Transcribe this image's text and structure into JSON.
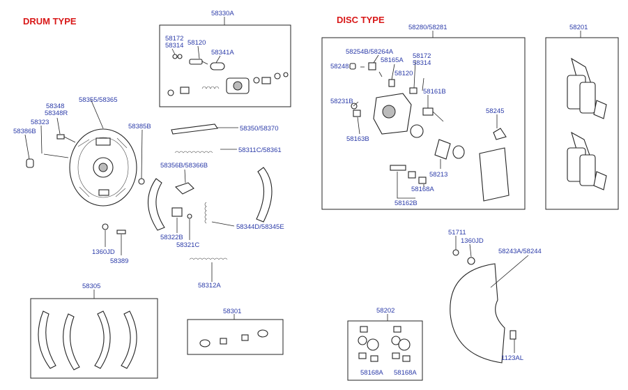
{
  "sections": {
    "drum_title": "DRUM TYPE",
    "disc_title": "DISC TYPE"
  },
  "colors": {
    "title": "#d81818",
    "label": "#2a3aa8",
    "line": "#222222"
  },
  "labels": {
    "p58330A": "58330A",
    "p58172a": "58172",
    "p58314a": "58314",
    "p58120a": "58120",
    "p58341A": "58341A",
    "p58348": "58348",
    "p58348R": "58348R",
    "p58355": "58355/58365",
    "p58323": "58323",
    "p58386B": "58386B",
    "p58385B": "58385B",
    "p58350": "58350/58370",
    "p58311C": "58311C/58361",
    "p58356B": "58356B/58366B",
    "p58322B": "58322B",
    "p58321C": "58321C",
    "p58344D": "58344D/58345E",
    "p1360JDa": "1360JD",
    "p58389": "58389",
    "p58312A": "58312A",
    "p58305": "58305",
    "p58301": "58301",
    "p58280": "58280/58281",
    "p58254B": "58254B/58264A",
    "p58248": "58248",
    "p58165A": "58165A",
    "p58172b": "58172",
    "p58314b": "58314",
    "p58120b": "58120",
    "p58161B": "58161B",
    "p58231B": "58231B",
    "p58163B": "58163B",
    "p58245": "58245",
    "p58213": "58213",
    "p58168Aa": "58168A",
    "p58162B": "58162B",
    "p58201": "58201",
    "p51711": "51711",
    "p1360JDb": "1360JD",
    "p58243A": "58243A/58244",
    "p1123AL": "1123AL",
    "p58202": "58202",
    "p58168Ab": "58168A",
    "p58168Ac": "58168A"
  }
}
